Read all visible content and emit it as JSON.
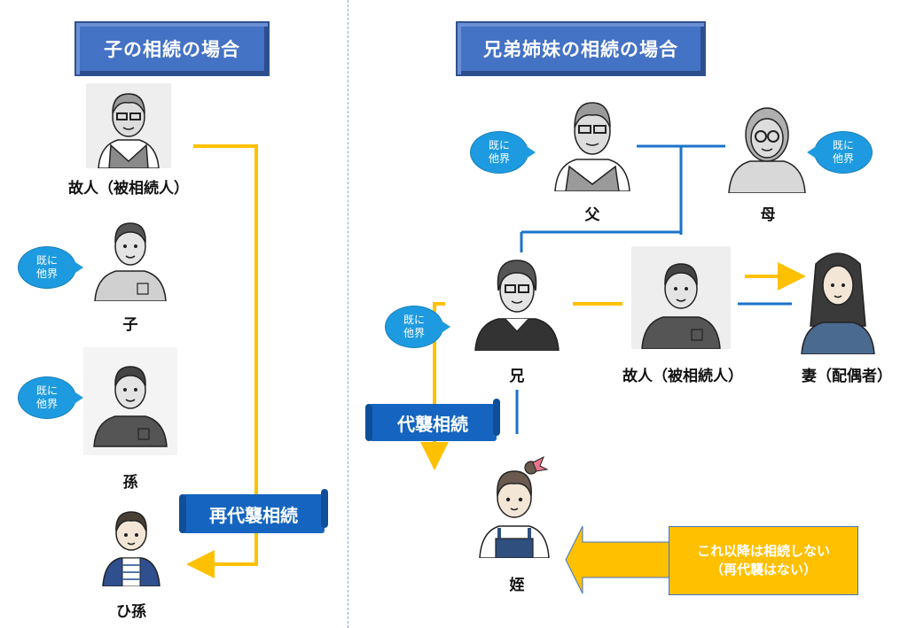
{
  "left_panel": {
    "title": "子の相続の場合",
    "people": {
      "deceased": "故人（被相続人）",
      "child": "子",
      "grandchild": "孫",
      "great_grandchild": "ひ孫"
    },
    "deceased_bubble": [
      "既に",
      "他界"
    ],
    "banner": "再代襲相続"
  },
  "right_panel": {
    "title": "兄弟姉妹の相続の場合",
    "people": {
      "father": "父",
      "mother": "母",
      "older_brother": "兄",
      "deceased": "故人（被相続人）",
      "wife": "妻（配偶者）",
      "niece": "姪"
    },
    "deceased_bubble": [
      "既に",
      "他界"
    ],
    "banner": "代襲相続",
    "note": {
      "line1": "これ以降は相続しない",
      "line2": "（再代襲はない）"
    }
  },
  "colors": {
    "title_blue": "#4472c4",
    "bubble_blue": "#1e9be0",
    "banner_blue": "#1565c0",
    "inheritance_arrow": "#ffc000",
    "family_line": "#1a73c8"
  }
}
